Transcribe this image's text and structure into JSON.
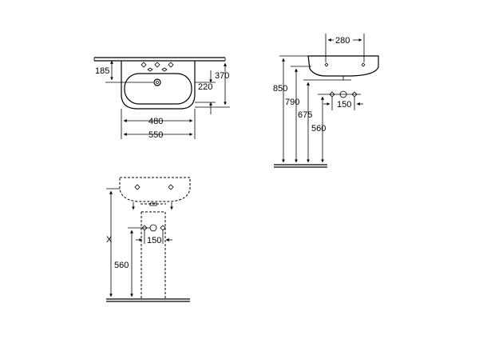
{
  "top_view": {
    "dims": {
      "height_185": "185",
      "height_220": "220",
      "height_370": "370",
      "width_480": "480",
      "width_550": "550"
    }
  },
  "side_view": {
    "dims": {
      "width_280": "280",
      "height_850": "850",
      "height_790": "790",
      "height_675": "675",
      "height_560": "560",
      "width_150": "150"
    }
  },
  "front_view": {
    "dims": {
      "height_x": "X",
      "height_560": "560",
      "width_150": "150"
    }
  }
}
